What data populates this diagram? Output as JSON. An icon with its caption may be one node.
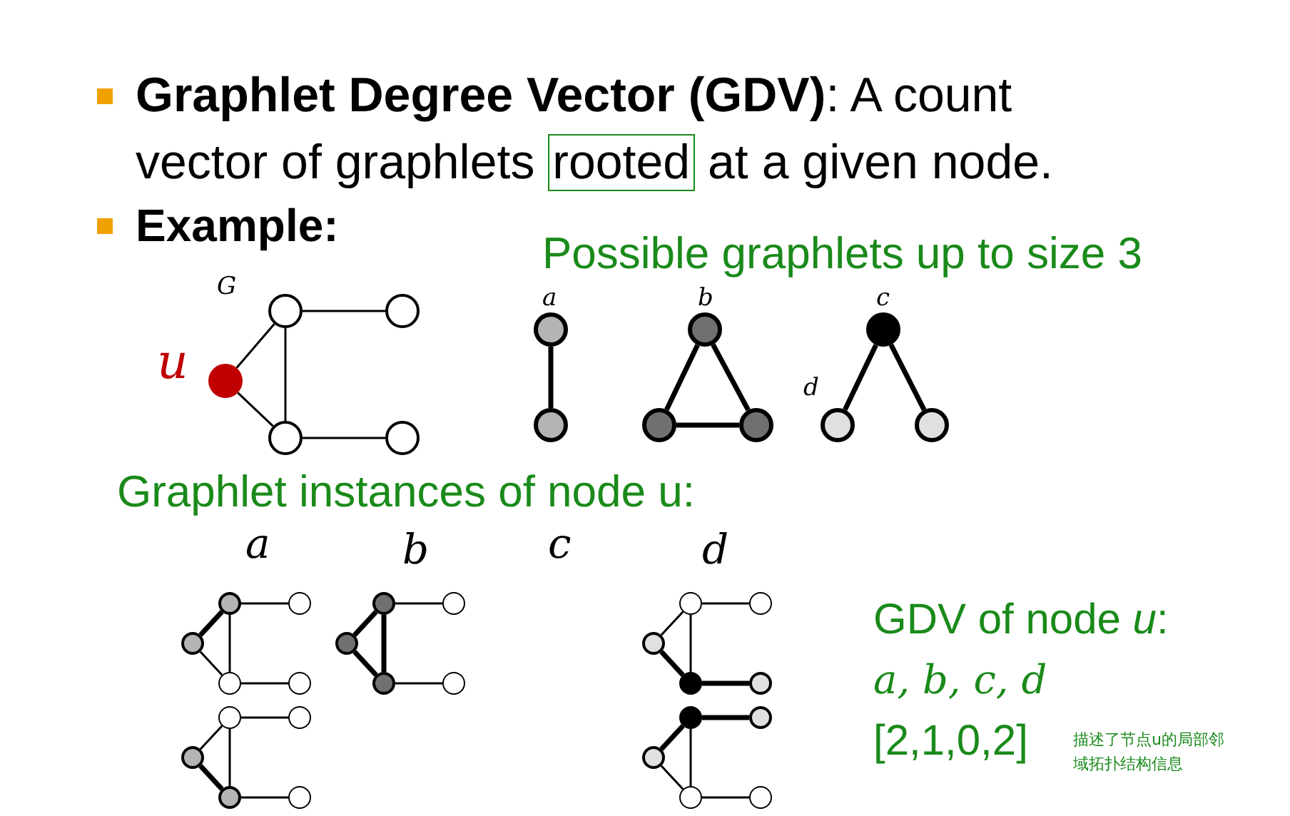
{
  "diagram": {
    "nodes": [
      {
        "text": [
          "rooted"
        ]
      },
      {
        "text": [],
        "shape": "circle"
      },
      {
        "text": [],
        "shape": "circle"
      },
      {
        "text": [],
        "shape": "circle",
        "beside": [
          "u"
        ]
      },
      {
        "text": [],
        "shape": "circle"
      },
      {
        "text": [],
        "shape": "circle"
      },
      {
        "text": [],
        "shape": "circle"
      },
      {
        "text": [],
        "shape": "circle"
      },
      {
        "text": [],
        "shape": "circle"
      },
      {
        "text": [],
        "shape": "circle"
      },
      {
        "text": [],
        "shape": "circle"
      },
      {
        "text": [],
        "shape": "circle"
      },
      {
        "text": [],
        "shape": "circle",
        "beside": [
          "d"
        ]
      },
      {
        "text": [],
        "shape": "circle"
      },
      {
        "text": [],
        "shape": "circle"
      },
      {
        "text": [],
        "shape": "circle"
      },
      {
        "text": [],
        "shape": "circle"
      },
      {
        "text": [],
        "shape": "circle"
      },
      {
        "text": [],
        "shape": "circle"
      },
      {
        "text": [],
        "shape": "circle"
      },
      {
        "text": [],
        "shape": "circle"
      },
      {
        "text": [],
        "shape": "circle"
      },
      {
        "text": [],
        "shape": "circle"
      },
      {
        "text": [],
        "shape": "circle"
      },
      {
        "text": [],
        "shape": "circle"
      },
      {
        "text": [],
        "shape": "circle"
      },
      {
        "text": [],
        "shape": "circle"
      },
      {
        "text": [],
        "shape": "circle"
      },
      {
        "text": [],
        "shape": "circle"
      },
      {
        "text": [],
        "shape": "circle"
      },
      {
        "text": [],
        "shape": "circle"
      },
      {
        "text": [],
        "shape": "circle"
      },
      {
        "text": [],
        "shape": "circle"
      },
      {
        "text": [],
        "shape": "circle"
      },
      {
        "text": [],
        "shape": "circle"
      },
      {
        "text": [],
        "shape": "circle"
      },
      {
        "text": [],
        "shape": "circle"
      },
      {
        "text": [],
        "shape": "circle"
      },
      {
        "text": [],
        "shape": "circle"
      }
    ],
    "edges": [
      {
        "from": 3,
        "to": 1,
        "arrow": "none"
      },
      {
        "from": 3,
        "to": 4,
        "arrow": "none"
      },
      {
        "from": 1,
        "to": 4,
        "arrow": "none"
      },
      {
        "from": 1,
        "to": 2,
        "arrow": "none"
      },
      {
        "from": 4,
        "to": 5,
        "arrow": "none"
      },
      {
        "from": 6,
        "to": 7,
        "arrow": "none",
        "style": "thick"
      },
      {
        "from": 8,
        "to": 9,
        "arrow": "none",
        "style": "thick"
      },
      {
        "from": 8,
        "to": 10,
        "arrow": "none",
        "style": "thick"
      },
      {
        "from": 9,
        "to": 10,
        "arrow": "none",
        "style": "thick"
      },
      {
        "from": 11,
        "to": 12,
        "arrow": "none",
        "style": "thick"
      },
      {
        "from": 11,
        "to": 13,
        "arrow": "none",
        "style": "thick"
      },
      {
        "from": 16,
        "to": 14,
        "arrow": "none",
        "style": "thick"
      },
      {
        "from": 16,
        "to": 17,
        "arrow": "none"
      },
      {
        "from": 14,
        "to": 17,
        "arrow": "none"
      },
      {
        "from": 14,
        "to": 15,
        "arrow": "none"
      },
      {
        "from": 17,
        "to": 18,
        "arrow": "none"
      },
      {
        "from": 21,
        "to": 19,
        "arrow": "none",
        "style": "thick"
      },
      {
        "from": 21,
        "to": 22,
        "arrow": "none",
        "style": "thick"
      },
      {
        "from": 19,
        "to": 22,
        "arrow": "none",
        "style": "thick"
      },
      {
        "from": 19,
        "to": 20,
        "arrow": "none"
      },
      {
        "from": 22,
        "to": 23,
        "arrow": "none"
      },
      {
        "from": 26,
        "to": 24,
        "arrow": "none"
      },
      {
        "from": 26,
        "to": 27,
        "arrow": "none",
        "style": "thick"
      },
      {
        "from": 24,
        "to": 27,
        "arrow": "none"
      },
      {
        "from": 24,
        "to": 25,
        "arrow": "none"
      },
      {
        "from": 27,
        "to": 28,
        "arrow": "none",
        "style": "thick"
      },
      {
        "from": 31,
        "to": 29,
        "arrow": "none"
      },
      {
        "from": 31,
        "to": 32,
        "arrow": "none",
        "style": "thick"
      },
      {
        "from": 29,
        "to": 32,
        "arrow": "none"
      },
      {
        "from": 29,
        "to": 30,
        "arrow": "none"
      },
      {
        "from": 32,
        "to": 33,
        "arrow": "none"
      },
      {
        "from": 36,
        "to": 34,
        "arrow": "none",
        "style": "thick"
      },
      {
        "from": 36,
        "to": 37,
        "arrow": "none"
      },
      {
        "from": 34,
        "to": 37,
        "arrow": "none"
      },
      {
        "from": 34,
        "to": 35,
        "arrow": "none",
        "style": "thick"
      },
      {
        "from": 37,
        "to": 38,
        "arrow": "none"
      }
    ],
    "labels": [
      "**Graphlet Degree Vector (GDV)**: A count vector of graphlets",
      "at a given node.",
      "Example:",
      "G",
      "Possible graphlets up to size 3",
      "a",
      "b",
      "c",
      "Graphlet instances of node u:",
      "a",
      "b",
      "c",
      "d",
      "GDV of node *u*:",
      "a, b, c, d",
      "[2,1,0,2]",
      "描述了节点u的局部邻域拓扑结构信息"
    ]
  }
}
